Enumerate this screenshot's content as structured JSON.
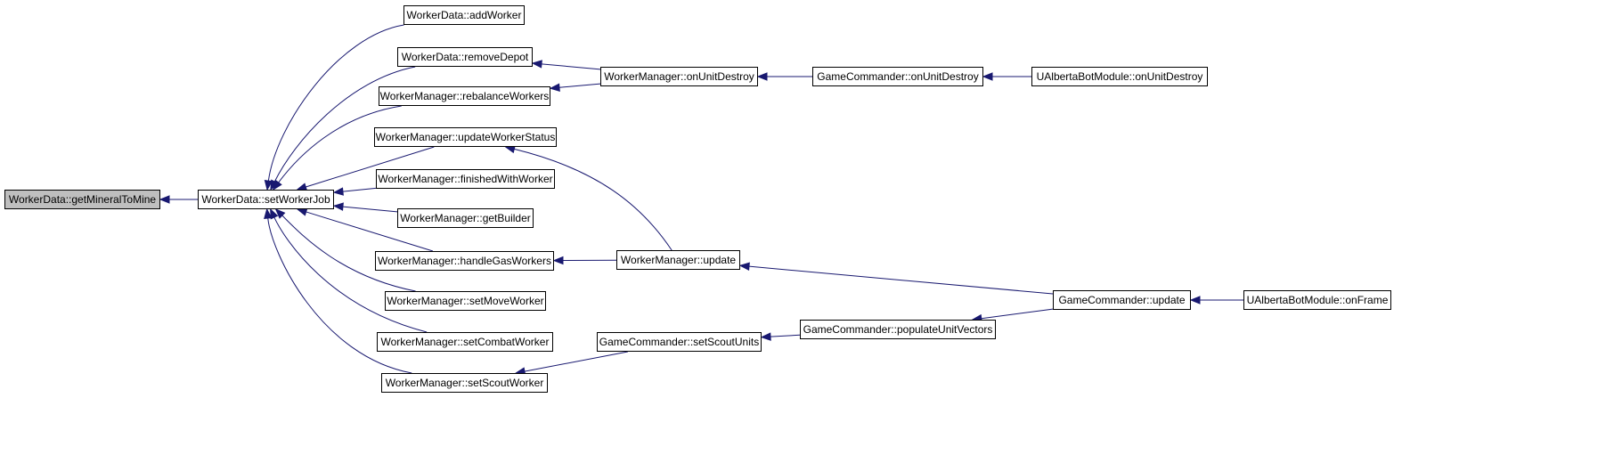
{
  "colors": {
    "edge": "#191970",
    "node_border": "#000000",
    "node_fill": "#ffffff",
    "root_fill": "#bfbfbf"
  },
  "nodes": [
    {
      "id": "getMineralToMine",
      "label": "WorkerData::getMineralToMine",
      "root": true
    },
    {
      "id": "setWorkerJob",
      "label": "WorkerData::setWorkerJob"
    },
    {
      "id": "addWorker",
      "label": "WorkerData::addWorker"
    },
    {
      "id": "removeDepot",
      "label": "WorkerData::removeDepot"
    },
    {
      "id": "rebalanceWorkers",
      "label": "WorkerManager::rebalanceWorkers"
    },
    {
      "id": "updateWorkerStatus",
      "label": "WorkerManager::updateWorkerStatus"
    },
    {
      "id": "finishedWithWorker",
      "label": "WorkerManager::finishedWithWorker"
    },
    {
      "id": "getBuilder",
      "label": "WorkerManager::getBuilder"
    },
    {
      "id": "handleGasWorkers",
      "label": "WorkerManager::handleGasWorkers"
    },
    {
      "id": "setMoveWorker",
      "label": "WorkerManager::setMoveWorker"
    },
    {
      "id": "setCombatWorker",
      "label": "WorkerManager::setCombatWorker"
    },
    {
      "id": "setScoutWorker",
      "label": "WorkerManager::setScoutWorker"
    },
    {
      "id": "wmOnUnitDestroy",
      "label": "WorkerManager::onUnitDestroy"
    },
    {
      "id": "wmUpdate",
      "label": "WorkerManager::update"
    },
    {
      "id": "gcSetScoutUnits",
      "label": "GameCommander::setScoutUnits"
    },
    {
      "id": "gcOnUnitDestroy",
      "label": "GameCommander::onUnitDestroy"
    },
    {
      "id": "gcPopulateUnitVectors",
      "label": "GameCommander::populateUnitVectors"
    },
    {
      "id": "gcUpdate",
      "label": "GameCommander::update"
    },
    {
      "id": "uabOnUnitDestroy",
      "label": "UAlbertaBotModule::onUnitDestroy"
    },
    {
      "id": "uabOnFrame",
      "label": "UAlbertaBotModule::onFrame"
    }
  ],
  "edges": [
    {
      "from": "setWorkerJob",
      "to": "getMineralToMine"
    },
    {
      "from": "addWorker",
      "to": "setWorkerJob"
    },
    {
      "from": "removeDepot",
      "to": "setWorkerJob"
    },
    {
      "from": "rebalanceWorkers",
      "to": "setWorkerJob"
    },
    {
      "from": "updateWorkerStatus",
      "to": "setWorkerJob"
    },
    {
      "from": "finishedWithWorker",
      "to": "setWorkerJob"
    },
    {
      "from": "getBuilder",
      "to": "setWorkerJob"
    },
    {
      "from": "handleGasWorkers",
      "to": "setWorkerJob"
    },
    {
      "from": "setMoveWorker",
      "to": "setWorkerJob"
    },
    {
      "from": "setCombatWorker",
      "to": "setWorkerJob"
    },
    {
      "from": "setScoutWorker",
      "to": "setWorkerJob"
    },
    {
      "from": "wmOnUnitDestroy",
      "to": "removeDepot"
    },
    {
      "from": "wmOnUnitDestroy",
      "to": "rebalanceWorkers"
    },
    {
      "from": "gcOnUnitDestroy",
      "to": "wmOnUnitDestroy"
    },
    {
      "from": "uabOnUnitDestroy",
      "to": "gcOnUnitDestroy"
    },
    {
      "from": "wmUpdate",
      "to": "updateWorkerStatus"
    },
    {
      "from": "wmUpdate",
      "to": "handleGasWorkers"
    },
    {
      "from": "gcUpdate",
      "to": "wmUpdate"
    },
    {
      "from": "uabOnFrame",
      "to": "gcUpdate"
    },
    {
      "from": "gcSetScoutUnits",
      "to": "setScoutWorker"
    },
    {
      "from": "gcPopulateUnitVectors",
      "to": "gcSetScoutUnits"
    },
    {
      "from": "gcUpdate",
      "to": "gcPopulateUnitVectors"
    }
  ]
}
